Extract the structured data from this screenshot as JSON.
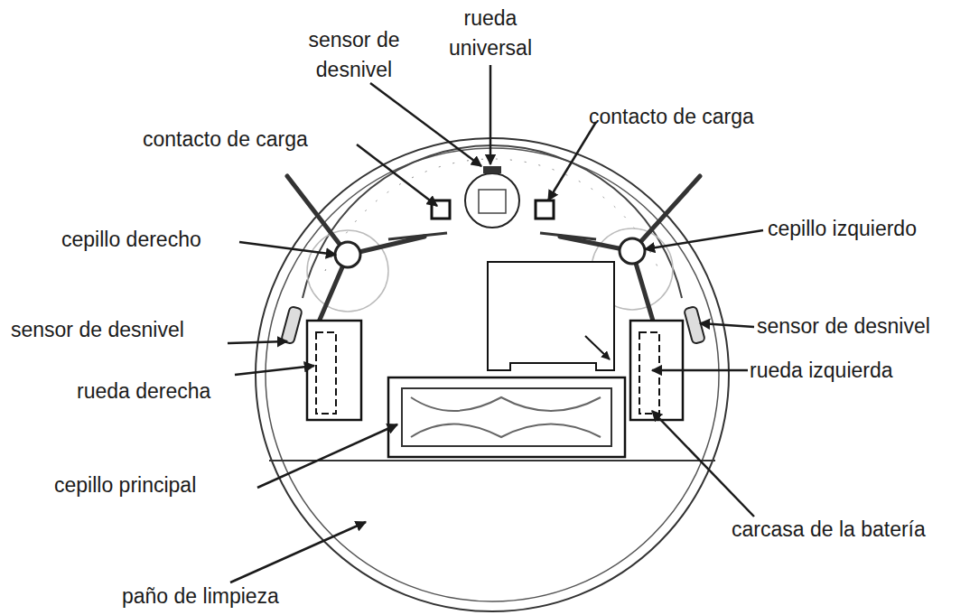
{
  "diagram": {
    "labels": [
      "rueda universal",
      "sensor de desnivel",
      "contacto de carga",
      "contacto de carga",
      "cepillo derecho",
      "cepillo izquierdo",
      "sensor de desnivel",
      "sensor de desnivel",
      "rueda derecha",
      "rueda izquierda",
      "cepillo principal",
      "carcasa de la batería",
      "paño de limpieza"
    ]
  }
}
